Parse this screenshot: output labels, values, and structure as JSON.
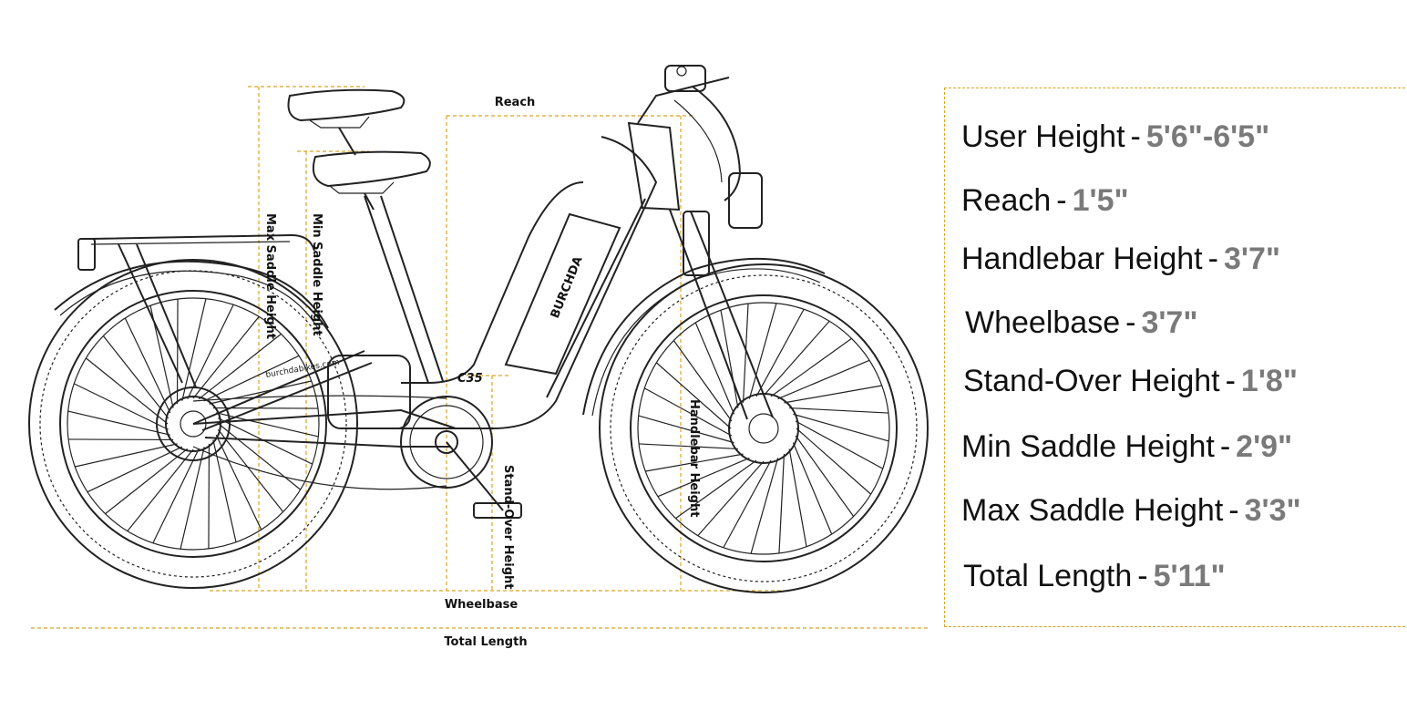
{
  "diagram": {
    "brand_text": "BURCHDA",
    "model_text": "C35",
    "website_text": "burchdabikes.com",
    "dimension_labels": {
      "reach": "Reach",
      "max_saddle_height": "Max Saddle Height",
      "min_saddle_height": "Min Saddle Height",
      "stand_over_height": "Stand-Over Height",
      "handlebar_height": "Handlebar Height",
      "wheelbase": "Wheelbase",
      "total_length": "Total Length"
    },
    "colors": {
      "guide": "#d9a520",
      "value_text": "#7a7a7a",
      "line_art": "#222222"
    }
  },
  "specs": [
    {
      "label": "User Height",
      "value": "5'6\"-6'5\""
    },
    {
      "label": "Reach",
      "value": "1'5\""
    },
    {
      "label": "Handlebar Height",
      "value": "3'7\""
    },
    {
      "label": "Wheelbase",
      "value": "3'7\""
    },
    {
      "label": "Stand-Over Height",
      "value": "1'8\""
    },
    {
      "label": "Min Saddle Height",
      "value": "2'9\""
    },
    {
      "label": "Max Saddle Height",
      "value": "3'3\""
    },
    {
      "label": "Total Length",
      "value": "5'11\""
    }
  ]
}
